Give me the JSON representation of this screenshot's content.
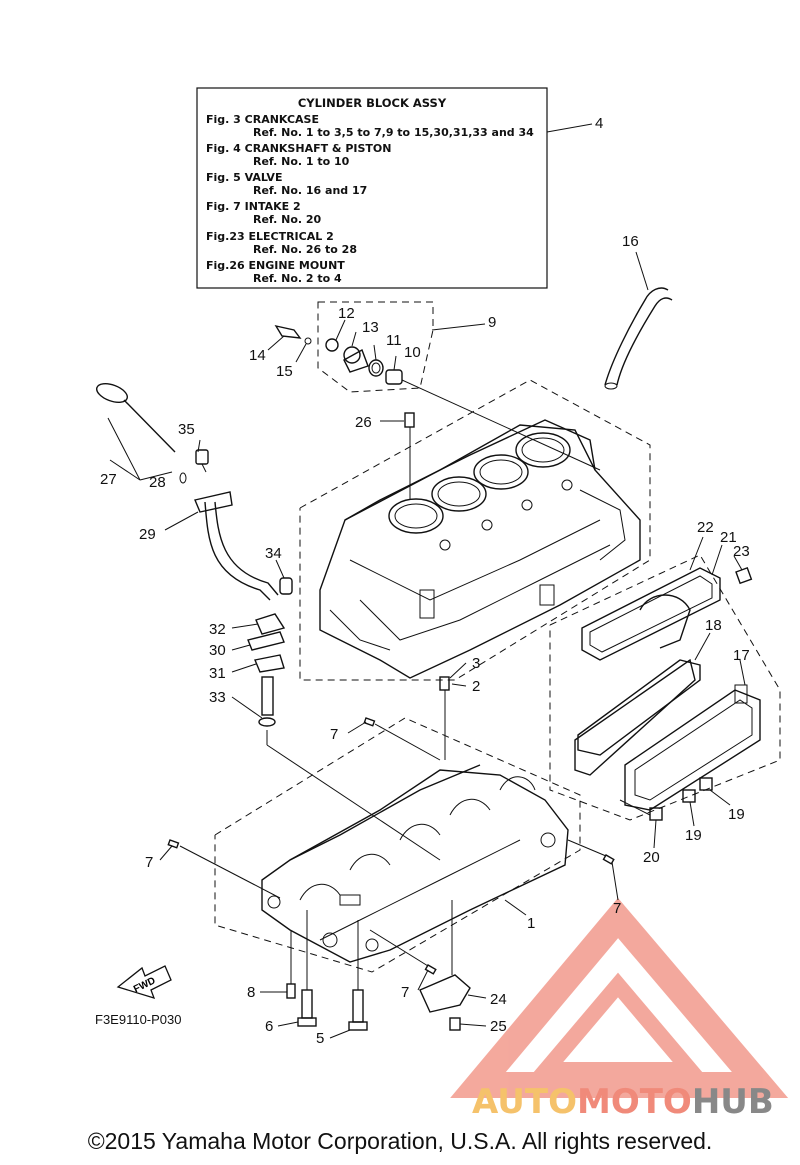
{
  "info_box": {
    "title": "CYLINDER BLOCK ASSY",
    "lines": [
      {
        "fig": "Fig.  3 CRANKCASE",
        "ref": "Ref. No. 1 to 3,5 to 7,9 to 15,30,31,33 and 34"
      },
      {
        "fig": "Fig.  4 CRANKSHAFT & PISTON",
        "ref": "Ref. No. 1 to 10"
      },
      {
        "fig": "Fig.  5 VALVE",
        "ref": "Ref. No. 16 and 17"
      },
      {
        "fig": "Fig.  7 INTAKE 2",
        "ref": "Ref. No. 20"
      },
      {
        "fig": "Fig.23 ELECTRICAL 2",
        "ref": "Ref. No. 26 to 28"
      },
      {
        "fig": "Fig.26 ENGINE MOUNT",
        "ref": "Ref. No. 2 to 4"
      }
    ]
  },
  "callouts": [
    "1",
    "2",
    "3",
    "4",
    "5",
    "6",
    "7",
    "7",
    "7",
    "7",
    "8",
    "9",
    "10",
    "11",
    "12",
    "13",
    "14",
    "15",
    "16",
    "17",
    "18",
    "19",
    "19",
    "20",
    "21",
    "22",
    "23",
    "24",
    "25",
    "26",
    "27",
    "28",
    "29",
    "30",
    "31",
    "32",
    "33",
    "34",
    "35"
  ],
  "fwd_label": "FWD",
  "drawing_number": "F3E9110-P030",
  "watermark": {
    "part1": "AUTO",
    "part2": "MOTO",
    "part3": "HUB",
    "triangle_color": "#f08a7a"
  },
  "copyright": "©2015 Yamaha Motor Corporation, U.S.A. All rights reserved."
}
